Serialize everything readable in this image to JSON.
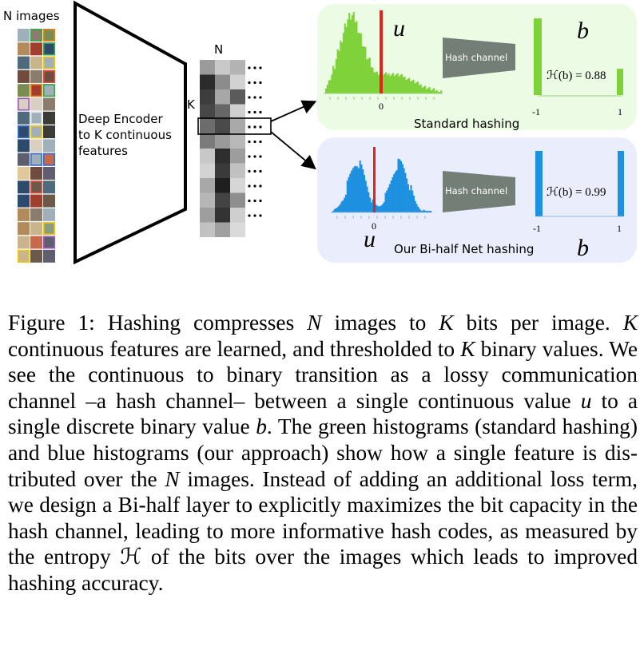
{
  "figure": {
    "n_images_label": "N images",
    "encoder_label_lines": [
      "Deep Encoder",
      "to K continuous",
      "features"
    ],
    "matrix_label_n": "N",
    "matrix_label_k": "K",
    "top_panel": {
      "u_label": "u",
      "b_label": "b",
      "channel_label": "Hash channel",
      "entropy_label": "ℋ(b) = 0.88",
      "tick_zero": "0",
      "tick_neg": "-1",
      "tick_pos": "1",
      "title": "Standard hashing",
      "color": "#7fd23a",
      "background": "#ecfbe4"
    },
    "bottom_panel": {
      "u_label": "u",
      "b_label": "b",
      "channel_label": "Hash channel",
      "entropy_label": "ℋ(b) = 0.99",
      "tick_zero": "0",
      "tick_neg": "-1",
      "tick_pos": "1",
      "title": "Our Bi-half Net hashing",
      "color": "#1e90e0",
      "background": "#eaeefc"
    },
    "threshold_color": "#e8201a"
  },
  "caption": {
    "p1": "Figure 1: Hashing compresses ",
    "N1": "N",
    "p2": " images to ",
    "K1": "K",
    "p3": " bits per im­age. ",
    "K2": "K",
    "p4": " continuous features are learned, and thresholded to ",
    "K3": "K",
    "p5": " binary values. We see the continuous to binary transi­tion as a lossy communication channel –a hash channel– be­tween a single continuous value ",
    "u": "u",
    "p6": " to a single discrete binary value ",
    "b": "b",
    "p7": ". The green histograms (standard hashing) and blue histograms (our approach) show how a single feature is dis­tributed over the ",
    "N2": "N",
    "p8": " images. Instead of adding an additional loss term, we design a Bi-half layer to explicitly maximizes the bit capacity in the hash channel, leading to more infor­mative hash codes, as measured by the entropy ",
    "H": "ℋ",
    "p9": " of the bits over the images which leads to improved hashing accuracy."
  }
}
